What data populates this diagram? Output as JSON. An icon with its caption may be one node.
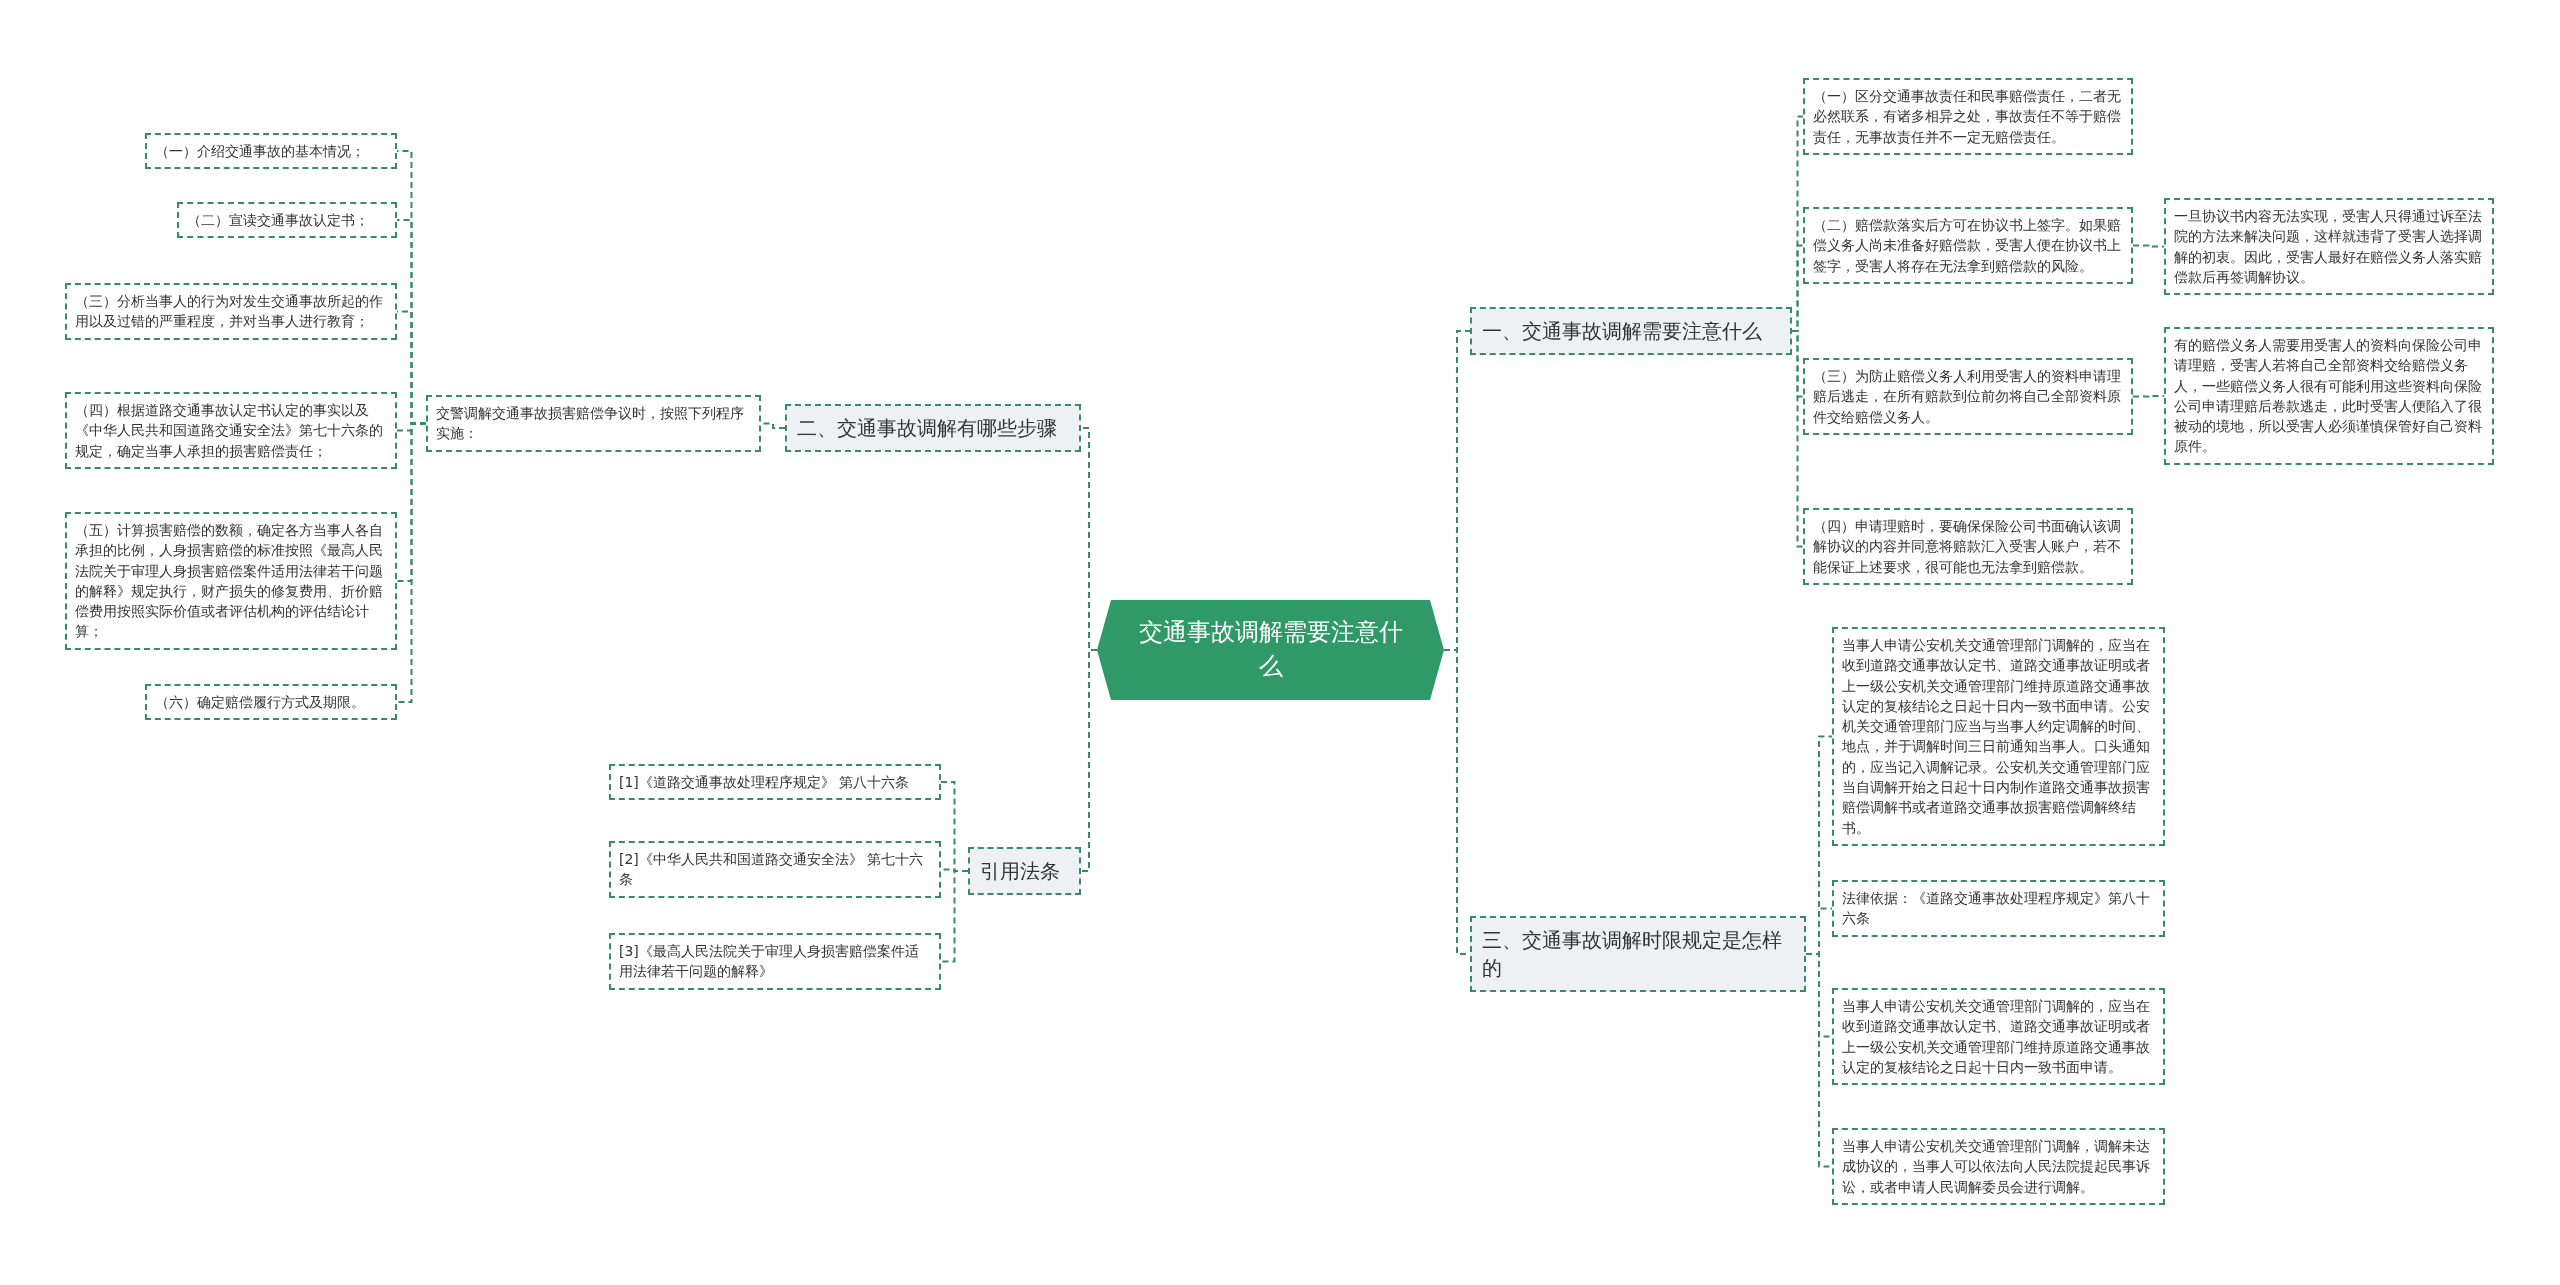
{
  "diagram": {
    "nodes": [
      {
        "text": [
          "交通事故调解需要注意什么"
        ]
      },
      {
        "text": [
          "一、交通事故调解需要注意什么"
        ]
      },
      {
        "text": [
          "（一）区分交通事故责任和民事赔偿责任，二者无必然联系，有诸多相异之处，事故责任不等于赔偿责任，无事故责任并不一定无赔偿责任。"
        ]
      },
      {
        "text": [
          "（二）赔偿款落实后方可在协议书上签字。如果赔偿义务人尚未准备好赔偿款，受害人便在协议书上签字，受害人将存在无法拿到赔偿款的风险。"
        ]
      },
      {
        "text": [
          "一旦协议书内容无法实现，受害人只得通过诉至法院的方法来解决问题，这样就违背了受害人选择调解的初衷。因此，受害人最好在赔偿义务人落实赔偿款后再签调解协议。"
        ]
      },
      {
        "text": [
          "（三）为防止赔偿义务人利用受害人的资料申请理赔后逃走，在所有赔款到位前勿将自己全部资料原件交给赔偿义务人。"
        ]
      },
      {
        "text": [
          "有的赔偿义务人需要用受害人的资料向保险公司申请理赔，受害人若将自己全部资料交给赔偿义务人，一些赔偿义务人很有可能利用这些资料向保险公司申请理赔后卷款逃走，此时受害人便陷入了很被动的境地，所以受害人必须谨慎保管好自己资料原件。"
        ]
      },
      {
        "text": [
          "（四）申请理赔时，要确保保险公司书面确认该调解协议的内容并同意将赔款汇入受害人账户，若不能保证上述要求，很可能也无法拿到赔偿款。"
        ]
      },
      {
        "text": [
          "三、交通事故调解时限规定是怎样的"
        ]
      },
      {
        "text": [
          "当事人申请公安机关交通管理部门调解的，应当在收到道路交通事故认定书、道路交通事故证明或者上一级公安机关交通管理部门维持原道路交通事故认定的复核结论之日起十日内一致书面申请。公安机关交通管理部门应当与当事人约定调解的时间、地点，并于调解时间三日前通知当事人。口头通知的，应当记入调解记录。公安机关交通管理部门应当自调解开始之日起十日内制作道路交通事故损害赔偿调解书或者道路交通事故损害赔偿调解终结书。"
        ]
      },
      {
        "text": [
          "法律依据：《道路交通事故处理程序规定》第八十六条"
        ]
      },
      {
        "text": [
          "当事人申请公安机关交通管理部门调解的，应当在收到道路交通事故认定书、道路交通事故证明或者上一级公安机关交通管理部门维持原道路交通事故认定的复核结论之日起十日内一致书面申请。"
        ]
      },
      {
        "text": [
          "当事人申请公安机关交通管理部门调解，调解未达成协议的，当事人可以依法向人民法院提起民事诉讼，或者申请人民调解委员会进行调解。"
        ]
      },
      {
        "text": [
          "二、交通事故调解有哪些步骤"
        ]
      },
      {
        "text": [
          "交警调解交通事故损害赔偿争议时，按照下列程序实施："
        ]
      },
      {
        "text": [
          "（一）介绍交通事故的基本情况；"
        ]
      },
      {
        "text": [
          "（二）宣读交通事故认定书；"
        ]
      },
      {
        "text": [
          "（三）分析当事人的行为对发生交通事故所起的作用以及过错的严重程度，并对当事人进行教育；"
        ]
      },
      {
        "text": [
          "（四）根据道路交通事故认定书认定的事实以及《中华人民共和国道路交通安全法》第七十六条的规定，确定当事人承担的损害赔偿责任；"
        ]
      },
      {
        "text": [
          "（五）计算损害赔偿的数额，确定各方当事人各自承担的比例，人身损害赔偿的标准按照《最高人民法院关于审理人身损害赔偿案件适用法律若干问题的解释》规定执行，财产损失的修复费用、折价赔偿费用按照实际价值或者评估机构的评估结论计算；"
        ]
      },
      {
        "text": [
          "（六）确定赔偿履行方式及期限。"
        ]
      },
      {
        "text": [
          "引用法条"
        ]
      },
      {
        "text": [
          "[1]《道路交通事故处理程序规定》 第八十六条"
        ]
      },
      {
        "text": [
          "[2]《中华人民共和国道路交通安全法》 第七十六条"
        ]
      },
      {
        "text": [
          "[3]《最高人民法院关于审理人身损害赔偿案件适用法律若干问题的解释》"
        ]
      }
    ],
    "edges": [
      {
        "from": 0,
        "to": 1,
        "arrow": "none"
      },
      {
        "from": 1,
        "to": 2,
        "arrow": "none"
      },
      {
        "from": 1,
        "to": 3,
        "arrow": "none"
      },
      {
        "from": 3,
        "to": 4,
        "arrow": "none"
      },
      {
        "from": 1,
        "to": 5,
        "arrow": "none"
      },
      {
        "from": 5,
        "to": 6,
        "arrow": "none"
      },
      {
        "from": 1,
        "to": 7,
        "arrow": "none"
      },
      {
        "from": 0,
        "to": 8,
        "arrow": "none"
      },
      {
        "from": 8,
        "to": 9,
        "arrow": "none"
      },
      {
        "from": 8,
        "to": 10,
        "arrow": "none"
      },
      {
        "from": 8,
        "to": 11,
        "arrow": "none"
      },
      {
        "from": 8,
        "to": 12,
        "arrow": "none"
      },
      {
        "from": 0,
        "to": 13,
        "arrow": "none"
      },
      {
        "from": 13,
        "to": 14,
        "arrow": "none"
      },
      {
        "from": 14,
        "to": 15,
        "arrow": "none"
      },
      {
        "from": 14,
        "to": 16,
        "arrow": "none"
      },
      {
        "from": 14,
        "to": 17,
        "arrow": "none"
      },
      {
        "from": 14,
        "to": 18,
        "arrow": "none"
      },
      {
        "from": 14,
        "to": 19,
        "arrow": "none"
      },
      {
        "from": 14,
        "to": 20,
        "arrow": "none"
      },
      {
        "from": 0,
        "to": 21,
        "arrow": "none"
      },
      {
        "from": 21,
        "to": 22,
        "arrow": "none"
      },
      {
        "from": 21,
        "to": 23,
        "arrow": "none"
      },
      {
        "from": 21,
        "to": 24,
        "arrow": "none"
      }
    ]
  }
}
